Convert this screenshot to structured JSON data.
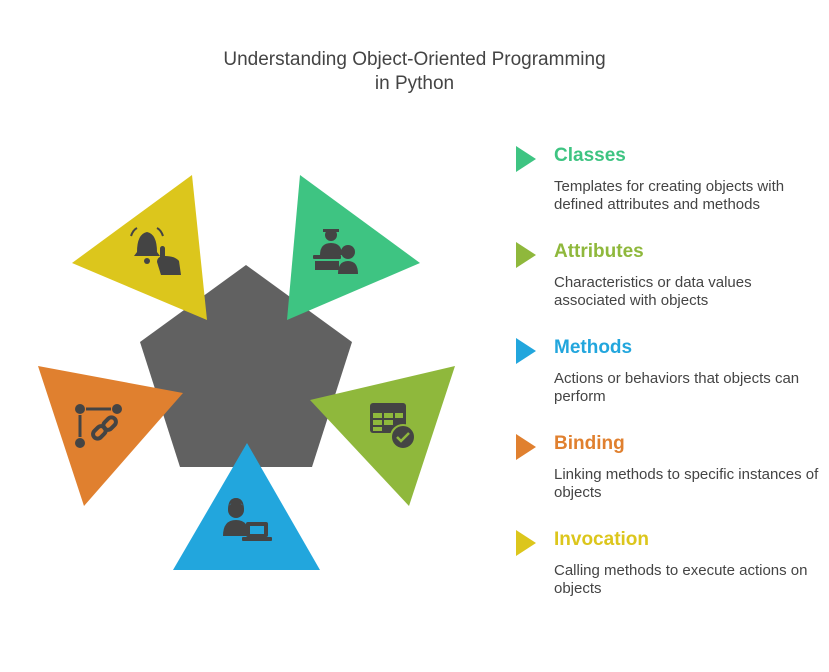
{
  "title": {
    "line1": "Understanding Object-Oriented Programming",
    "line2": "in Python"
  },
  "colors": {
    "classes": "#3ec482",
    "attributes": "#8fb83c",
    "methods": "#22a6dd",
    "binding": "#e0802f",
    "invocation": "#dcc61c",
    "center": "#616161",
    "icon": "#444444"
  },
  "legend": [
    {
      "label": "Classes",
      "desc": "Templates for creating objects with defined attributes and methods",
      "color": "#3ec482"
    },
    {
      "label": "Attributes",
      "desc": "Characteristics or data values associated with objects",
      "color": "#8fb83c"
    },
    {
      "label": "Methods",
      "desc": "Actions or behaviors that objects can perform",
      "color": "#22a6dd"
    },
    {
      "label": "Binding",
      "desc": "Linking methods to specific instances of objects",
      "color": "#e0802f"
    },
    {
      "label": "Invocation",
      "desc": "Calling methods to execute actions on objects",
      "color": "#dcc61c"
    }
  ],
  "icons": {
    "classes": "teacher-student-icon",
    "attributes": "table-check-icon",
    "methods": "user-laptop-icon",
    "binding": "link-nodes-icon",
    "invocation": "bell-tap-icon"
  }
}
